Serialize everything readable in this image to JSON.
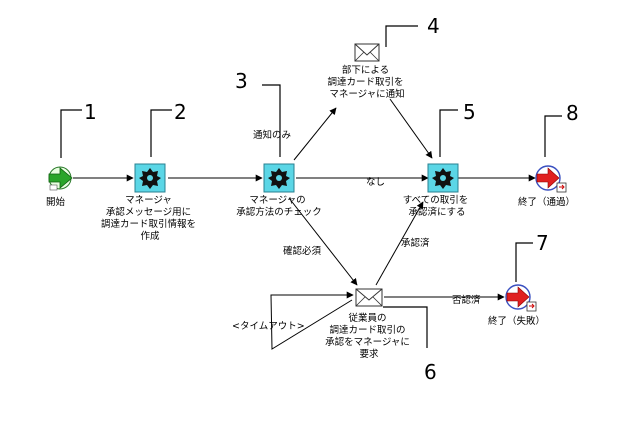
{
  "nodes": {
    "start": {
      "label": "開始"
    },
    "n2": {
      "lines": [
        "マネージャ",
        "承認メッセージ用に",
        "調達カード取引情報を",
        "作成"
      ]
    },
    "n3": {
      "lines": [
        "マネージャの",
        "承認方法のチェック"
      ]
    },
    "n4": {
      "lines": [
        "部下による",
        "調達カード取引を",
        "マネージャに通知"
      ]
    },
    "n5": {
      "lines": [
        "すべての取引を",
        "承認済にする"
      ]
    },
    "n6": {
      "lines": [
        "従業員の",
        "調達カード取引の",
        "承認をマネージャに",
        "要求"
      ]
    },
    "end_pass": {
      "label": "終了（通過）"
    },
    "end_fail": {
      "label": "終了（失敗）"
    }
  },
  "edges": {
    "notify_only": "通知のみ",
    "none": "なし",
    "approval_required": "確認必須",
    "approved": "承認済",
    "rejected": "否認済",
    "timeout": "<タイムアウト>"
  },
  "callouts": [
    "1",
    "2",
    "3",
    "4",
    "5",
    "6",
    "7",
    "8"
  ],
  "colors": {
    "gear_box": "#5bd6e6",
    "arrow_green": "#2aa52a",
    "arrow_red": "#e02020",
    "line": "#000000"
  }
}
